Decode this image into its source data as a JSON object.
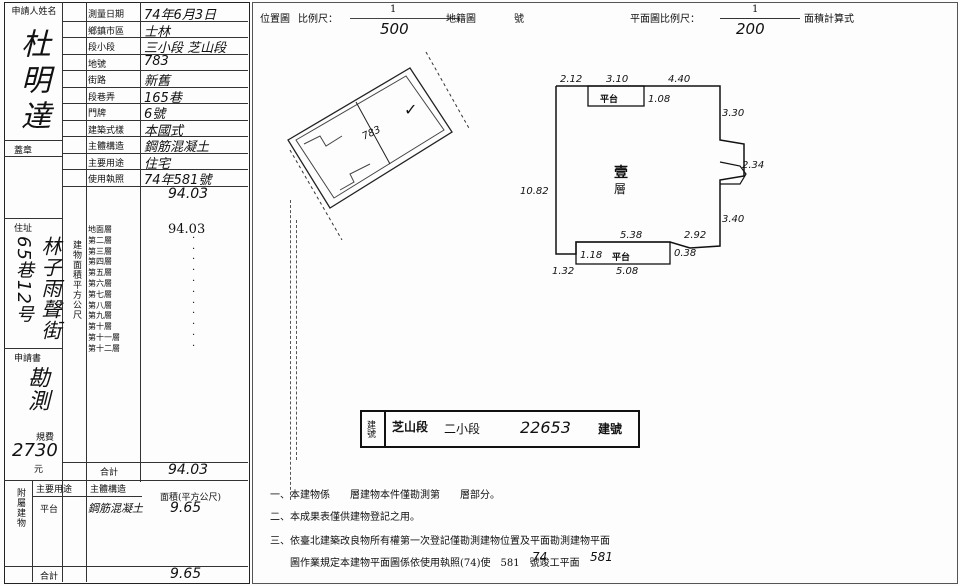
{
  "applicant": {
    "label": "申請人姓名",
    "name": "杜明達",
    "seal_label": "蓋章",
    "address_label": "住址",
    "address": "65巷12号",
    "address_extra": "林子雨聲街",
    "surveyor_label": "申請書",
    "surveyor_name": "勘測",
    "fee_label": "規費",
    "fee": "2730",
    "fee_unit": "元"
  },
  "form": {
    "rows": [
      {
        "label": "測量日期",
        "value": "74年6月3日"
      },
      {
        "label": "鄉鎮市區",
        "value": "士林"
      },
      {
        "label": "段小段",
        "value": "三小段 芝山段"
      },
      {
        "label": "地號",
        "value": "783"
      },
      {
        "label": "街路",
        "value": "新舊"
      },
      {
        "label": "段巷弄",
        "value": "165巷"
      },
      {
        "label": "門牌",
        "value": "6號"
      },
      {
        "label": "建築式樣",
        "value": "本國式"
      },
      {
        "label": "主體構造",
        "value": "鋼筋混凝土"
      },
      {
        "label": "主要用途",
        "value": "住宅"
      },
      {
        "label": "使用執照",
        "value": "74年581號"
      }
    ],
    "area_total_top": "94.03",
    "floors_label": "建物面積平方公尺",
    "floors": [
      "地面層",
      "第二層",
      "第三層",
      "第四層",
      "第五層",
      "第六層",
      "第七層",
      "第八層",
      "第九層",
      "第十層",
      "第十一層",
      "第十二層"
    ],
    "floor_values": [
      "94.03",
      "·",
      "·",
      "·",
      "·",
      "·",
      "·",
      "·",
      "·",
      "·",
      "·",
      "·"
    ],
    "total_label": "合計",
    "total_value": "94.03",
    "annex_label": "附屬建物",
    "annex_cols": [
      "主要用途",
      "主體構造",
      "面積(平方公尺)"
    ],
    "annex_use": "平台",
    "annex_structure": "鋼筋混凝土",
    "annex_area": "9.65",
    "annex_total_label": "合計",
    "annex_total": "9.65"
  },
  "header": {
    "loc_label": "位置圖",
    "scale1": "比例尺：",
    "scale1_num": "1",
    "scale1_den": "500",
    "map_label": "地籍圖",
    "map_num": "號",
    "plan_label": "平面圖比例尺：",
    "scale2_num": "1",
    "scale2_den": "200",
    "plan_note": "面積計算式"
  },
  "loc_map": {
    "lot": "783",
    "mark": "✓"
  },
  "plan": {
    "floor_label_1": "壹",
    "floor_label_2": "層",
    "balcony_top": "平台",
    "balcony_bottom": "平台",
    "dims": {
      "d_212": "2.12",
      "d_310": "3.10",
      "d_440": "4.40",
      "d_108": "1.08",
      "d_330": "3.30",
      "d_234": "2.34",
      "d_1082": "10.82",
      "d_340": "3.40",
      "d_538": "5.38",
      "d_292": "2.92",
      "d_118": "1.18",
      "d_038": "0.38",
      "d_132": "1.32",
      "d_508": "5.08"
    }
  },
  "building_no": {
    "prefix": "建號",
    "section": "芝山段",
    "subsection": "二小段",
    "number": "22653",
    "suffix": "建號"
  },
  "notes": {
    "n1": "一、本建物係　　層建物本件僅勘測第　　層部分。",
    "n2": "二、本成果表僅供建物登記之用。",
    "n3": "三、依臺北建築改良物所有權第一次登記僅勘測建物位置及平面勘測建物平面",
    "n4": "　　圖作業規定本建物平面圖係依使用執照(74)使　581　號竣工平面",
    "license_year": "74",
    "license_no": "581"
  }
}
